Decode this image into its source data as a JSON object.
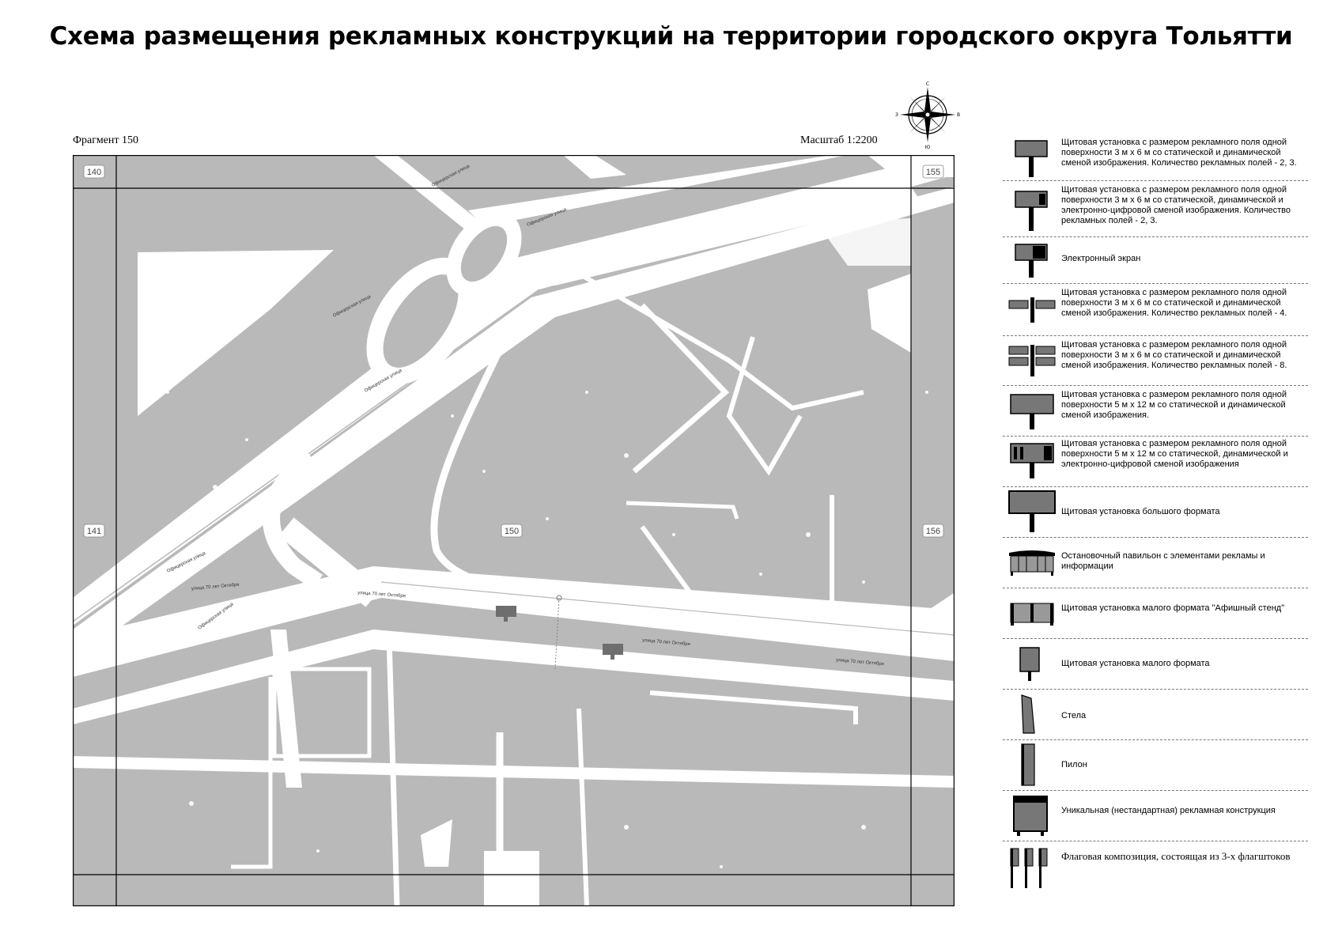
{
  "title": "Схема размещения рекламных конструкций на территории городского округа Тольятти",
  "fragment_label": "Фрагмент 150",
  "scale_label": "Масштаб 1:2200",
  "compass": {
    "n": "С",
    "s": "Ю",
    "w": "З",
    "e": "В"
  },
  "map": {
    "center_sheet": "150",
    "adjacent_sheets": {
      "top_left": "140",
      "top_right": "155",
      "mid_left": "141",
      "mid_right": "156"
    },
    "street_labels": {
      "officerskaya": "Офицерская улица",
      "oktyabr": "улица 70 лет Октября"
    },
    "colors": {
      "block": "#b9b9b9",
      "road": "#ffffff",
      "sign": "#6e6e6e"
    }
  },
  "legend": [
    {
      "icon": "billboard-3x6-icon",
      "text": "Щитовая установка с размером рекламного поля одной поверхности 3 м х 6 м со статической и динамической сменой изображения. Количество рекламных полей - 2, 3."
    },
    {
      "icon": "billboard-3x6-digital-icon",
      "text": "Щитовая установка с размером рекламного поля одной поверхности 3 м х 6 м со статической, динамической и электронно-цифровой сменой изображения. Количество рекламных полей - 2, 3."
    },
    {
      "icon": "electronic-screen-icon",
      "text": "Электронный экран"
    },
    {
      "icon": "billboard-4-fields-icon",
      "text": "Щитовая установка с размером рекламного поля одной поверхности 3 м х 6 м со статической и динамической сменой изображения. Количество рекламных полей - 4."
    },
    {
      "icon": "billboard-8-fields-icon",
      "text": "Щитовая установка с размером рекламного поля одной поверхности 3 м х 6 м со статической и динамической сменой изображения. Количество рекламных полей - 8."
    },
    {
      "icon": "billboard-5x12-icon",
      "text": "Щитовая установка с размером рекламного поля одной поверхности 5 м х 12 м со статической и динамической сменой изображения."
    },
    {
      "icon": "billboard-5x12-digital-icon",
      "text": "Щитовая установка с размером рекламного поля одной поверхности 5 м х 12 м со статической, динамической и электронно-цифровой сменой изображения"
    },
    {
      "icon": "large-format-icon",
      "text": "Щитовая установка большого формата"
    },
    {
      "icon": "bus-stop-icon",
      "text": "Остановочный павильон с элементами рекламы и информации"
    },
    {
      "icon": "poster-stand-icon",
      "text": "Щитовая установка малого формата \"Афишный стенд\""
    },
    {
      "icon": "small-format-icon",
      "text": "Щитовая установка малого формата"
    },
    {
      "icon": "stele-icon",
      "text": "Стела"
    },
    {
      "icon": "pylon-icon",
      "text": "Пилон"
    },
    {
      "icon": "unique-construction-icon",
      "text": "Уникальная (нестандартная) рекламная конструкция"
    },
    {
      "icon": "flag-composition-icon",
      "text": "Флаговая композиция, состоящая из 3-х флагштоков"
    }
  ]
}
